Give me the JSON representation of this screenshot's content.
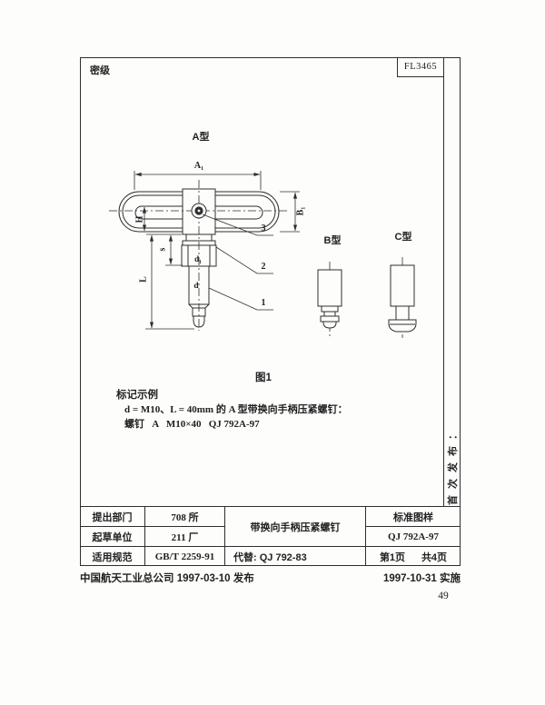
{
  "page": {
    "security_label": "密级",
    "doc_code": "FL3465",
    "first_issue_note": "首次发布：",
    "footer_publish": "中国航天工业总公司 1997-03-10 发布",
    "footer_implement": "1997-10-31 实施",
    "page_number": "49"
  },
  "figure": {
    "caption": "图1",
    "type_labels": {
      "a": "A型",
      "b": "B型",
      "c": "C型"
    },
    "dimension_labels": {
      "a1": "A₁",
      "b1": "B₁",
      "h": "H",
      "s": "s",
      "l": "L",
      "d1": "d₁",
      "d": "d"
    },
    "part_numbers": {
      "p1": "1",
      "p2": "2",
      "p3": "3"
    }
  },
  "marking_example": {
    "title": "标记示例",
    "line1": "d = M10、L = 40mm 的 A 型带换向手柄压紧螺钉：",
    "line2": "螺钉   A   M10×40   QJ 792A-97"
  },
  "info_table": {
    "rows": [
      {
        "label": "提出部门",
        "value": "708 所"
      },
      {
        "label": "起草单位",
        "value": "211 厂"
      },
      {
        "label": "适用规范",
        "value": "GB/T 2259-91"
      }
    ],
    "product_name": "带换向手柄压紧螺钉",
    "replaces": "代替: QJ 792-83",
    "drawing_type": "标准图样",
    "standard_number": "QJ 792A-97",
    "page_info": {
      "current": "第1页",
      "total": "共4页"
    }
  }
}
